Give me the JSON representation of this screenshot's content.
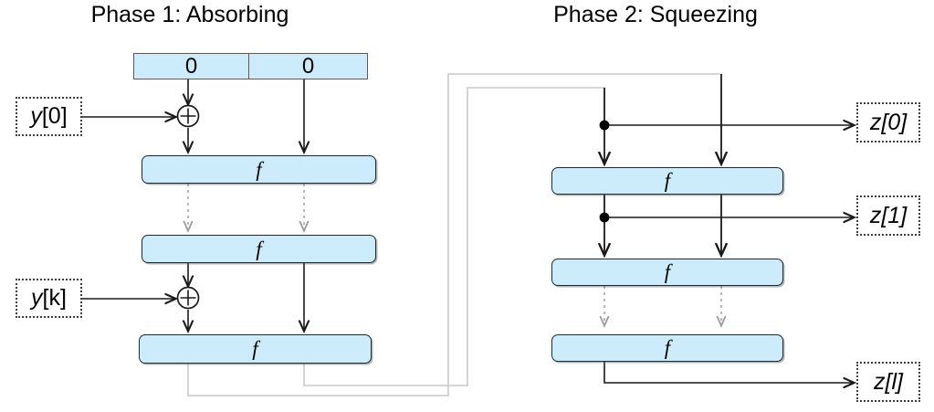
{
  "diagram": {
    "kind": "sponge-construction",
    "background": "#ffffff",
    "colors": {
      "block_fill": "#cdecfb",
      "block_stroke": "#1b2b34",
      "state_stroke": "#5a5a5a",
      "solid_arrow": "#1a1a1a",
      "dashed_arrow": "#9a9a9a",
      "feedback_line": "#c9c9c9",
      "io_border": "#3f3f3f",
      "text": "#000000"
    }
  },
  "titles": {
    "phase1": "Phase 1: Absorbing",
    "phase2": "Phase 2: Squeezing"
  },
  "state_register": {
    "cells": [
      {
        "label": "0",
        "name": "state-cell-rate"
      },
      {
        "label": "0",
        "name": "state-cell-capacity"
      }
    ]
  },
  "phase1": {
    "function_blocks": [
      {
        "label": "f",
        "name": "f-block-1"
      },
      {
        "label": "f",
        "name": "f-block-2"
      },
      {
        "label": "f",
        "name": "f-block-3"
      }
    ],
    "inputs": [
      {
        "label": "y[0]",
        "var": "y",
        "index": "[0]",
        "name": "input-y0"
      },
      {
        "label": "y[k]",
        "var": "y",
        "index": "[k]",
        "name": "input-yk"
      }
    ],
    "xor_nodes": [
      {
        "symbol": "+",
        "name": "xor-node-1"
      },
      {
        "symbol": "+",
        "name": "xor-node-2"
      }
    ]
  },
  "phase2": {
    "function_blocks": [
      {
        "label": "f",
        "name": "f-block-4"
      },
      {
        "label": "f",
        "name": "f-block-5"
      },
      {
        "label": "f",
        "name": "f-block-6"
      }
    ],
    "outputs": [
      {
        "label": "z[0]",
        "var": "z",
        "index": "[0]",
        "name": "output-z0"
      },
      {
        "label": "z[1]",
        "var": "z",
        "index": "[1]",
        "name": "output-z1"
      },
      {
        "label": "z[l]",
        "var": "z",
        "index": "[l]",
        "name": "output-zl"
      }
    ]
  }
}
